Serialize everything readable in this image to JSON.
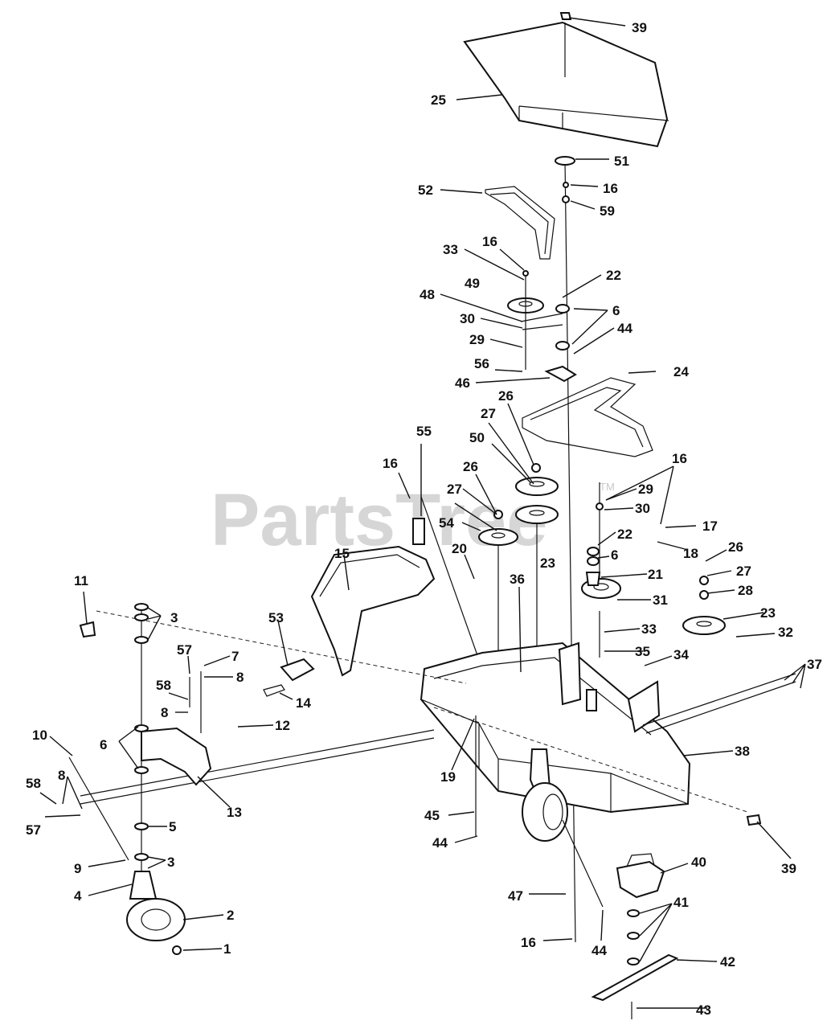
{
  "watermark": {
    "text": "PartsTree",
    "mark": "TM"
  },
  "callouts": [
    "39",
    "25",
    "51",
    "16",
    "59",
    "52",
    "16",
    "33",
    "22",
    "49",
    "48",
    "6",
    "30",
    "44",
    "29",
    "56",
    "24",
    "46",
    "26",
    "27",
    "50",
    "16",
    "55",
    "26",
    "29",
    "27",
    "30",
    "16",
    "17",
    "54",
    "23",
    "22",
    "6",
    "18",
    "20",
    "26",
    "15",
    "36",
    "27",
    "21",
    "31",
    "28",
    "11",
    "23",
    "3",
    "53",
    "33",
    "32",
    "57",
    "7",
    "35",
    "34",
    "8",
    "37",
    "58",
    "14",
    "8",
    "12",
    "38",
    "6",
    "19",
    "10",
    "13",
    "8",
    "58",
    "45",
    "57",
    "5",
    "44",
    "9",
    "3",
    "40",
    "39",
    "4",
    "2",
    "41",
    "47",
    "1",
    "16",
    "44",
    "42",
    "43"
  ]
}
